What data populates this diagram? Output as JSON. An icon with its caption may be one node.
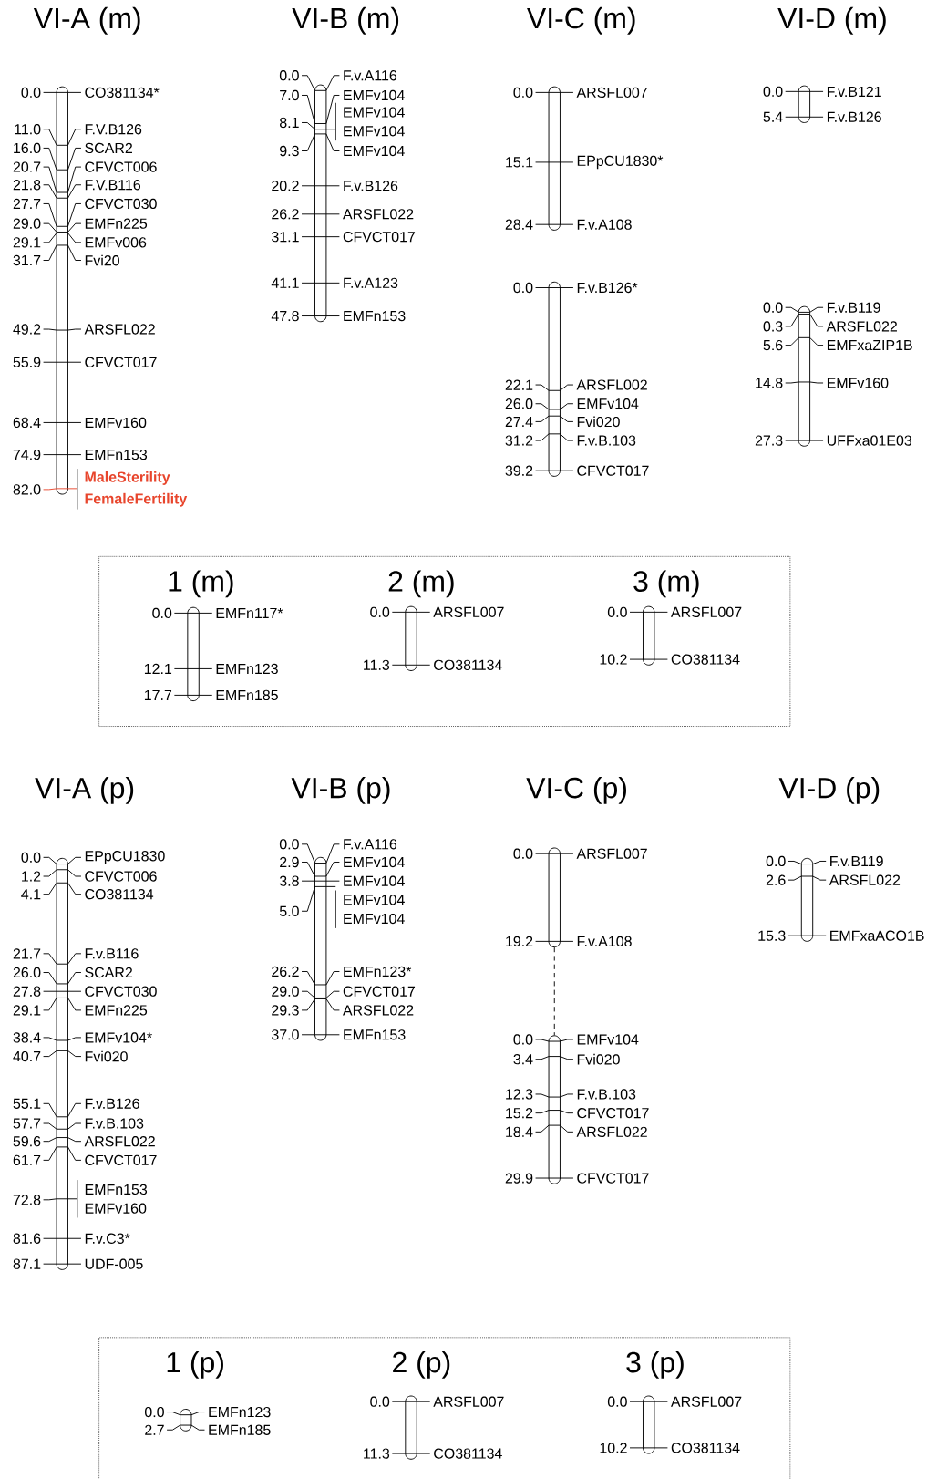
{
  "diagram": {
    "nodes": [
      {
        "text": [
          "VI-A (m)"
        ],
        "beside": [
          "0.0",
          "CO381134*",
          "11.0",
          "F.V.B126",
          "16.0",
          "SCAR2",
          "20.7",
          "CFVCT006",
          "21.8",
          "F.V.B116",
          "27.7",
          "CFVCT030",
          "29.0",
          "EMFn225",
          "29.1",
          "EMFv006",
          "31.7",
          "Fvi20",
          "49.2",
          "ARSFL022",
          "55.9",
          "CFVCT017",
          "68.4",
          "EMFv160",
          "74.9",
          "EMFn153",
          "82.0",
          "MaleSterility",
          "FemaleFertility"
        ]
      },
      {
        "text": [
          "VI-B (m)"
        ],
        "beside": [
          "0.0",
          "F.v.A116",
          "7.0",
          "EMFv104",
          "8.1",
          "EMFv104",
          "EMFv104",
          "9.3",
          "EMFv104",
          "20.2",
          "F.v.B126",
          "26.2",
          "ARSFL022",
          "31.1",
          "CFVCT017",
          "41.1",
          "F.v.A123",
          "47.8",
          "EMFn153"
        ]
      },
      {
        "text": [
          "VI-C (m)"
        ],
        "beside": [
          "0.0",
          "ARSFL007",
          "15.1",
          "EPpCU1830*",
          "28.4",
          "F.v.A108"
        ]
      },
      {
        "text": [],
        "shape": "bar",
        "beside": [
          "0.0",
          "F.v.B126*",
          "22.1",
          "ARSFL002",
          "26.0",
          "EMFv104",
          "27.4",
          "Fvi020",
          "31.2",
          "F.v.B.103",
          "39.2",
          "CFVCT017"
        ]
      },
      {
        "text": [
          "VI-D (m)"
        ],
        "beside": [
          "0.0",
          "F.v.B121",
          "5.4",
          "F.v.B126"
        ]
      },
      {
        "text": [],
        "shape": "bar",
        "beside": [
          "0.0",
          "F.v.B119",
          "0.3",
          "ARSFL022",
          "5.6",
          "EMFxaZIP1B",
          "14.8",
          "EMFv160",
          "27.3",
          "UFFxa01E03"
        ]
      },
      {
        "text": [],
        "shape": "box"
      },
      {
        "text": [
          "1 (m)"
        ],
        "in": 6,
        "beside": [
          "0.0",
          "EMFn117*",
          "12.1",
          "EMFn123",
          "17.7",
          "EMFn185"
        ]
      },
      {
        "text": [
          "2 (m)"
        ],
        "in": 6,
        "beside": [
          "0.0",
          "ARSFL007",
          "11.3",
          "CO381134"
        ]
      },
      {
        "text": [
          "3 (m)"
        ],
        "in": 6,
        "beside": [
          "0.0",
          "ARSFL007",
          "10.2",
          "CO381134"
        ]
      },
      {
        "text": [
          "VI-A (p)"
        ],
        "beside": [
          "0.0",
          "EPpCU1830",
          "1.2",
          "CFVCT006",
          "4.1",
          "CO381134",
          "21.7",
          "F.v.B116",
          "26.0",
          "SCAR2",
          "27.8",
          "CFVCT030",
          "29.1",
          "EMFn225",
          "38.4",
          "EMFv104*",
          "40.7",
          "Fvi020",
          "55.1",
          "F.v.B126",
          "57.7",
          "F.v.B.103",
          "59.6",
          "ARSFL022",
          "61.7",
          "CFVCT017",
          "72.8",
          "EMFn153",
          "EMFv160",
          "81.6",
          "F.v.C3*",
          "87.1",
          "UDF-005"
        ]
      },
      {
        "text": [
          "VI-B (p)"
        ],
        "beside": [
          "0.0",
          "F.v.A116",
          "2.9",
          "EMFv104",
          "3.8",
          "EMFv104",
          "5.0",
          "EMFv104",
          "EMFv104",
          "26.2",
          "EMFn123*",
          "29.0",
          "CFVCT017",
          "29.3",
          "ARSFL022",
          "37.0",
          "EMFn153"
        ]
      },
      {
        "text": [
          "VI-C (p)"
        ],
        "beside": [
          "0.0",
          "ARSFL007",
          "19.2",
          "F.v.A108"
        ]
      },
      {
        "text": [],
        "shape": "bar",
        "beside": [
          "0.0",
          "EMFv104",
          "3.4",
          "Fvi020",
          "12.3",
          "F.v.B.103",
          "15.2",
          "CFVCT017",
          "18.4",
          "ARSFL022",
          "29.9",
          "CFVCT017"
        ]
      },
      {
        "text": [
          "VI-D (p)"
        ],
        "beside": [
          "0.0",
          "F.v.B119",
          "2.6",
          "ARSFL022",
          "15.3",
          "EMFxaACO1B"
        ]
      },
      {
        "text": [],
        "shape": "box"
      },
      {
        "text": [
          "1 (p)"
        ],
        "in": 15,
        "beside": [
          "0.0",
          "EMFn123",
          "2.7",
          "EMFn185"
        ]
      },
      {
        "text": [
          "2 (p)"
        ],
        "in": 15,
        "beside": [
          "0.0",
          "ARSFL007",
          "11.3",
          "CO381134"
        ]
      },
      {
        "text": [
          "3 (p)"
        ],
        "in": 15,
        "beside": [
          "0.0",
          "ARSFL007",
          "10.2",
          "CO381134"
        ]
      }
    ],
    "edges": [
      {
        "from": 12,
        "to": 13,
        "arrow": "none",
        "style": "dashed"
      }
    ]
  }
}
